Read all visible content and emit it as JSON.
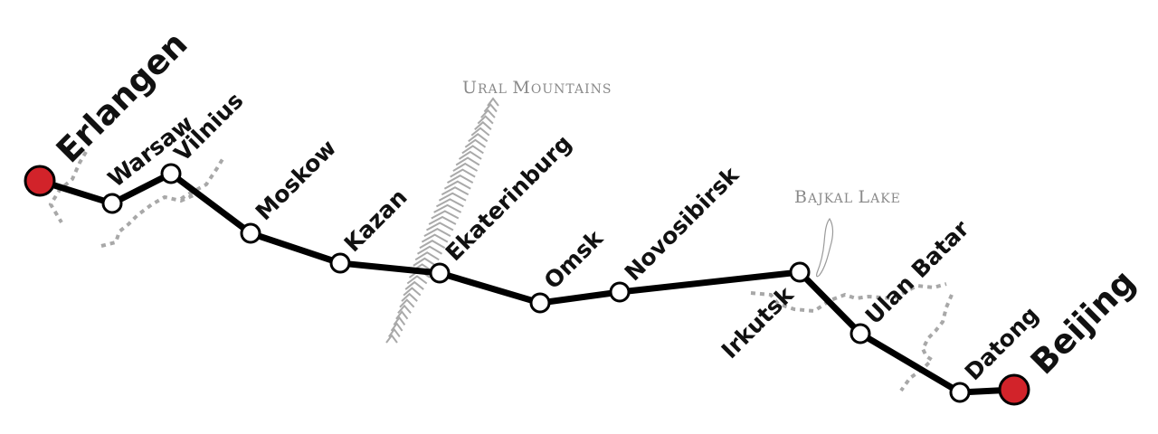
{
  "map": {
    "route_name": "",
    "colors": {
      "route": "#000000",
      "endpoint": "#d2232a",
      "stop": "#ffffff",
      "border": "#a8a8a8",
      "feature_text": "#8a8a8a"
    },
    "endpoints": {
      "start": "Erlangen",
      "end": "Beijing"
    },
    "stops": [
      "Warsaw",
      "Vilnius",
      "Moskow",
      "Kazan",
      "Ekaterinburg",
      "Omsk",
      "Novosibirsk",
      "Irkutsk",
      "Ulan Batar",
      "Datong"
    ],
    "features": {
      "mountains": {
        "cap1": "U",
        "rest1": "RAL ",
        "cap2": "M",
        "rest2": "OUNTAINS",
        "icon": "mountain-range-icon"
      },
      "lake": {
        "cap1": "B",
        "rest1": "AJKAL ",
        "cap2": "L",
        "rest2": "AKE",
        "icon": "lake-icon"
      }
    }
  }
}
